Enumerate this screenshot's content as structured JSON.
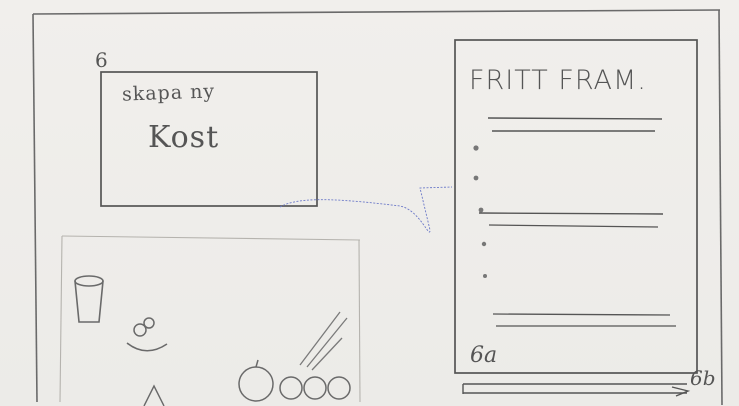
{
  "frame": {
    "label": "6",
    "banner_line1": "skapa ny",
    "banner_line2": "Kost"
  },
  "side_panel": {
    "title": "FRITT FRAM.",
    "label": "6a"
  },
  "scroll_bar": {
    "label": "6b"
  }
}
